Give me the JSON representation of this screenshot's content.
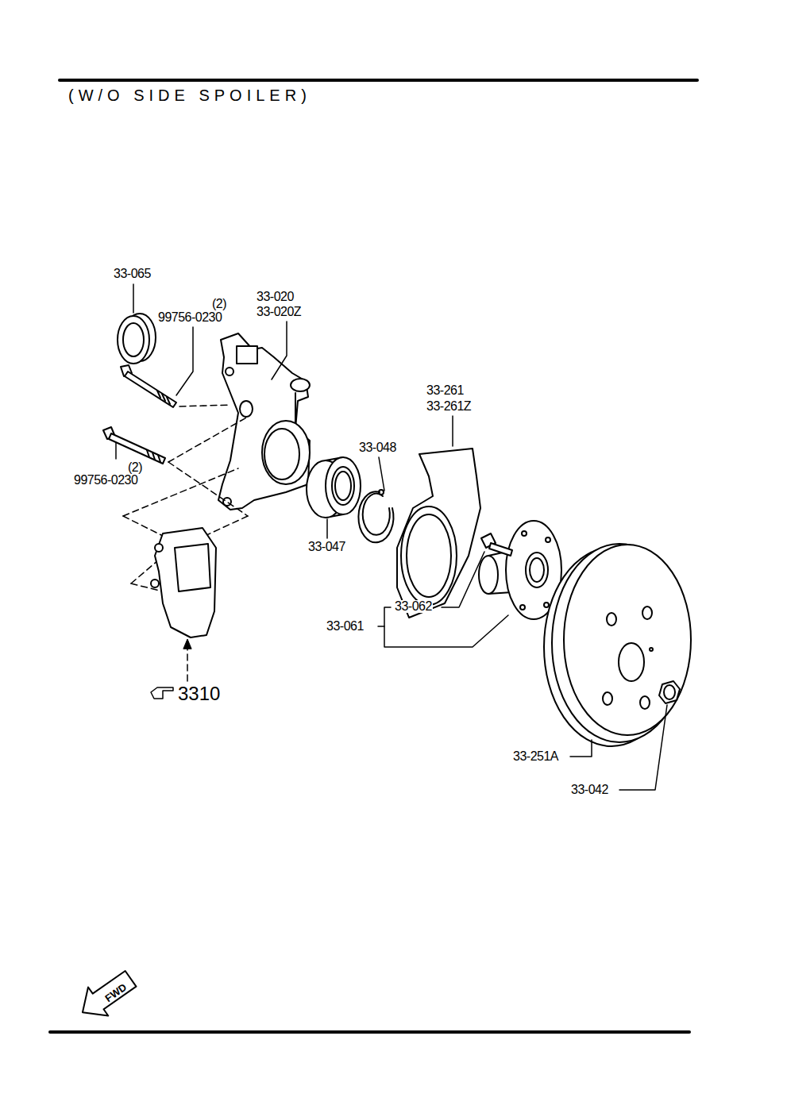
{
  "diagram": {
    "title": "(W/O SIDE SPOILER)",
    "labels": [
      "33-065",
      "(2)",
      "99756-0230",
      "33-020",
      "33-020Z",
      "33-261",
      "33-261Z",
      "33-048",
      "99756-0230",
      "(2)",
      "33-047",
      "33-062",
      "33-061",
      "3310",
      "33-251A",
      "33-042",
      "FWD"
    ]
  }
}
